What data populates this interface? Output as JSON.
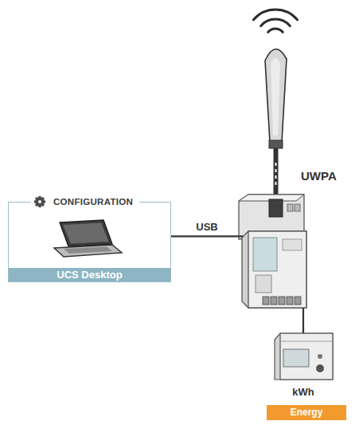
{
  "diagram": {
    "nodes": [
      {
        "text": [
          "CONFIGURATION",
          "UCS Desktop"
        ]
      },
      {
        "text": [
          "UWPA"
        ]
      },
      {
        "text": [
          "kWh",
          "Energy"
        ]
      }
    ],
    "edges": [
      {
        "from": 0,
        "to": 1,
        "label": "USB",
        "arrow": "none"
      },
      {
        "from": 1,
        "to": 2,
        "arrow": "none"
      }
    ]
  }
}
